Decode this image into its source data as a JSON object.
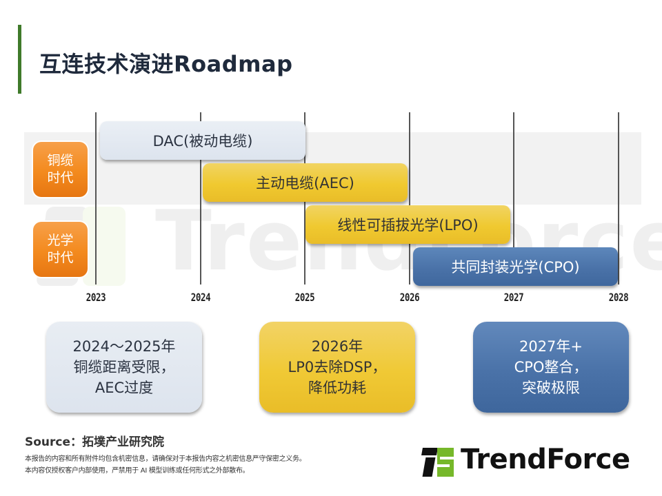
{
  "header": {
    "title": "互连技术演进Roadmap"
  },
  "colors": {
    "accent_green": "#3f7a2a",
    "era_orange": "#f38a1e",
    "bar_grey": "#dde4ee",
    "bar_yellow": "#f0c930",
    "bar_blue": "#4a72a8",
    "brand_green": "#76b82a"
  },
  "timeline": {
    "years": [
      "2023",
      "2024",
      "2025",
      "2026",
      "2027",
      "2028"
    ],
    "eras": [
      {
        "label": "铜缆\n时代",
        "line1": "铜缆",
        "line2": "时代"
      },
      {
        "label": "光学\n时代",
        "line1": "光学",
        "line2": "时代"
      }
    ],
    "bars": [
      {
        "label": "DAC(被动电缆)",
        "start": "2023",
        "end": "2025",
        "color": "grey"
      },
      {
        "label": "主动电缆(AEC)",
        "start": "2024",
        "end": "2026",
        "color": "yellow"
      },
      {
        "label": "线性可插拔光学(LPO)",
        "start": "2025",
        "end": "2027",
        "color": "yellow"
      },
      {
        "label": "共同封装光学(CPO)",
        "start": "2026",
        "end": "2028",
        "color": "blue"
      }
    ]
  },
  "notes": [
    {
      "text": "2024～2025年\n铜缆距离受限，\nAEC过度"
    },
    {
      "text": "2026年\nLP0去除DSP，\n降低功耗"
    },
    {
      "text": "2027年+\nCPO整合，\n突破极限"
    }
  ],
  "footer": {
    "source": "Source：拓墣产业研究院",
    "disclaimer_line1": "本报告的内容和所有附件均包含机密信息，请确保对于本报告内容之机密信息严守保密之义务。",
    "disclaimer_line2": "本内容仅授权客户内部使用，严禁用于 AI 模型训练或任何形式之外部散布。",
    "brand": "TrendForce"
  },
  "watermark": {
    "text": "TrendForce"
  }
}
